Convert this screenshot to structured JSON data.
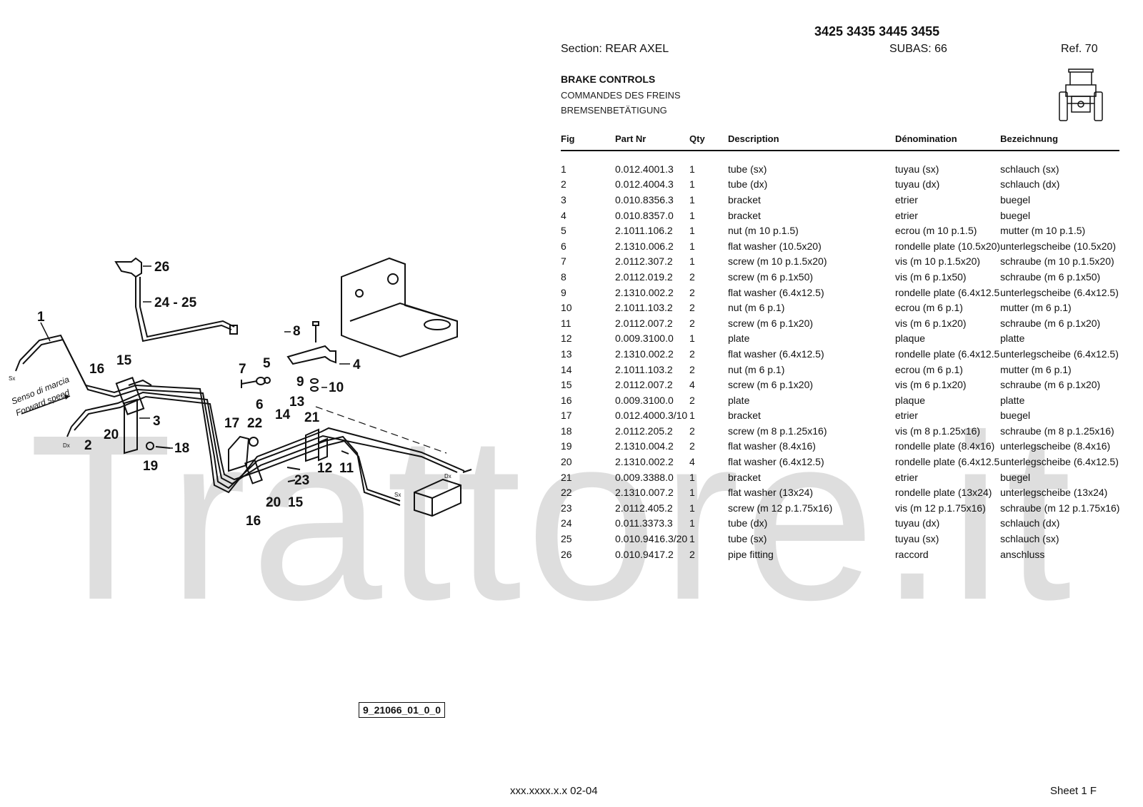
{
  "header": {
    "models": "3425 3435 3445 3455",
    "section": "Section: REAR AXEL",
    "subas": "SUBAS: 66",
    "ref": "Ref. 70"
  },
  "titles": {
    "en": "BRAKE CONTROLS",
    "fr": "COMMANDES DES FREINS",
    "de": "BREMSENBETÄTIGUNG"
  },
  "table": {
    "headers": [
      "Fig",
      "Part Nr",
      "Qty",
      "Description",
      "Dénomination",
      "Bezeichnung"
    ],
    "rows": [
      [
        "1",
        "0.012.4001.3",
        "1",
        "tube (sx)",
        "tuyau (sx)",
        "schlauch (sx)"
      ],
      [
        "2",
        "0.012.4004.3",
        "1",
        "tube (dx)",
        "tuyau (dx)",
        "schlauch (dx)"
      ],
      [
        "3",
        "0.010.8356.3",
        "1",
        "bracket",
        "etrier",
        "buegel"
      ],
      [
        "4",
        "0.010.8357.0",
        "1",
        "bracket",
        "etrier",
        "buegel"
      ],
      [
        "5",
        "2.1011.106.2",
        "1",
        "nut (m 10 p.1.5)",
        "ecrou (m 10 p.1.5)",
        "mutter (m 10 p.1.5)"
      ],
      [
        "6",
        "2.1310.006.2",
        "1",
        "flat washer (10.5x20)",
        "rondelle plate (10.5x20)",
        "unterlegscheibe (10.5x20)"
      ],
      [
        "7",
        "2.0112.307.2",
        "1",
        "screw (m 10 p.1.5x20)",
        "vis (m 10 p.1.5x20)",
        "schraube (m 10 p.1.5x20)"
      ],
      [
        "8",
        "2.0112.019.2",
        "2",
        "screw (m 6 p.1x50)",
        "vis (m 6 p.1x50)",
        "schraube (m 6 p.1x50)"
      ],
      [
        "9",
        "2.1310.002.2",
        "2",
        "flat washer (6.4x12.5)",
        "rondelle plate (6.4x12.5",
        "unterlegscheibe (6.4x12.5)"
      ],
      [
        "10",
        "2.1011.103.2",
        "2",
        "nut (m 6 p.1)",
        "ecrou (m 6 p.1)",
        "mutter (m 6 p.1)"
      ],
      [
        "11",
        "2.0112.007.2",
        "2",
        "screw (m 6 p.1x20)",
        "vis (m 6 p.1x20)",
        "schraube (m 6 p.1x20)"
      ],
      [
        "12",
        "0.009.3100.0",
        "1",
        "plate",
        "plaque",
        "platte"
      ],
      [
        "13",
        "2.1310.002.2",
        "2",
        "flat washer (6.4x12.5)",
        "rondelle plate (6.4x12.5",
        "unterlegscheibe (6.4x12.5)"
      ],
      [
        "14",
        "2.1011.103.2",
        "2",
        "nut (m 6 p.1)",
        "ecrou (m 6 p.1)",
        "mutter (m 6 p.1)"
      ],
      [
        "15",
        "2.0112.007.2",
        "4",
        "screw (m 6 p.1x20)",
        "vis (m 6 p.1x20)",
        "schraube (m 6 p.1x20)"
      ],
      [
        "16",
        "0.009.3100.0",
        "2",
        "plate",
        "plaque",
        "platte"
      ],
      [
        "17",
        "0.012.4000.3/10",
        "1",
        "bracket",
        "etrier",
        "buegel"
      ],
      [
        "18",
        "2.0112.205.2",
        "2",
        "screw (m 8 p.1.25x16)",
        "vis (m 8 p.1.25x16)",
        "schraube (m 8 p.1.25x16)"
      ],
      [
        "19",
        "2.1310.004.2",
        "2",
        "flat washer (8.4x16)",
        "rondelle plate (8.4x16)",
        "unterlegscheibe (8.4x16)"
      ],
      [
        "20",
        "2.1310.002.2",
        "4",
        "flat washer (6.4x12.5)",
        "rondelle plate (6.4x12.5",
        "unterlegscheibe (6.4x12.5)"
      ],
      [
        "21",
        "0.009.3388.0",
        "1",
        "bracket",
        "etrier",
        "buegel"
      ],
      [
        "22",
        "2.1310.007.2",
        "1",
        "flat washer (13x24)",
        "rondelle plate (13x24)",
        "unterlegscheibe (13x24)"
      ],
      [
        "23",
        "2.0112.405.2",
        "1",
        "screw (m 12 p.1.75x16)",
        "vis (m 12 p.1.75x16)",
        "schraube (m 12 p.1.75x16)"
      ],
      [
        "24",
        "0.011.3373.3",
        "1",
        "tube (dx)",
        "tuyau (dx)",
        "schlauch (dx)"
      ],
      [
        "25",
        "0.010.9416.3/20",
        "1",
        "tube (sx)",
        "tuyau (sx)",
        "schlauch (sx)"
      ],
      [
        "26",
        "0.010.9417.2",
        "2",
        "pipe fitting",
        "raccord",
        "anschluss"
      ]
    ]
  },
  "diagram": {
    "callouts": [
      "1",
      "2",
      "3",
      "4",
      "5",
      "6",
      "7",
      "8",
      "9",
      "10",
      "11",
      "12",
      "13",
      "14",
      "15",
      "15",
      "16",
      "16",
      "17",
      "18",
      "19",
      "20",
      "20",
      "21",
      "22",
      "23",
      "24 - 25",
      "26"
    ],
    "direction_it": "Senso di marcia",
    "direction_en": "Forward speed",
    "sx": "Sx",
    "dx": "Dx"
  },
  "drawing_id": "9_21066_01_0_0",
  "watermark": "Trattore.it",
  "footer": {
    "code": "xxx.xxxx.x.x  02-04",
    "sheet": "Sheet 1 F"
  },
  "icons": [
    "tractor-rear-icon"
  ]
}
